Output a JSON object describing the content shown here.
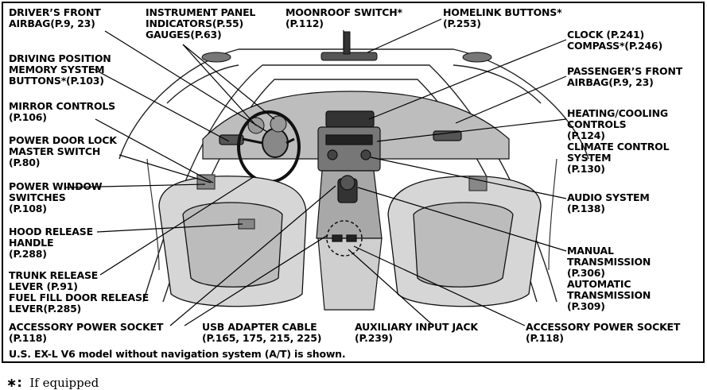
{
  "labels": {
    "drivers_airbag": "DRIVER’S FRONT\nAIRBAG(P.9, 23)",
    "instrument_panel": "INSTRUMENT PANEL\nINDICATORS(P.55)\nGAUGES(P.63)",
    "moonroof": "MOONROOF SWITCH*\n(P.112)",
    "homelink": "HOMELINK BUTTONS*\n(P.253)",
    "clock": "CLOCK (P.241)\nCOMPASS*(P.246)",
    "passenger_airbag": "PASSENGER’S FRONT\nAIRBAG(P.9, 23)",
    "driving_position": "DRIVING POSITION\nMEMORY SYSTEM\nBUTTONS*(P.103)",
    "mirror_controls": "MIRROR CONTROLS\n(P.106)",
    "power_door_lock": "POWER DOOR LOCK\nMASTER SWITCH\n(P.80)",
    "power_window": "POWER WINDOW\nSWITCHES\n(P.108)",
    "hood_release": "HOOD RELEASE\nHANDLE\n(P.288)",
    "trunk_release": "TRUNK RELEASE\nLEVER (P.91)\nFUEL FILL DOOR RELEASE\nLEVER(P.285)",
    "heating_cooling": "HEATING/COOLING\nCONTROLS\n(P.124)\nCLIMATE CONTROL\nSYSTEM\n(P.130)",
    "audio_system": "AUDIO SYSTEM\n(P.138)",
    "manual_transmission": "MANUAL\nTRANSMISSION\n(P.306)\nAUTOMATIC\nTRANSMISSION\n(P.309)",
    "accessory_socket_left": "ACCESSORY POWER SOCKET\n(P.118)",
    "usb_adapter": "USB ADAPTER CABLE\n(P.165, 175, 215, 225)",
    "aux_input": "AUXILIARY INPUT JACK\n(P.239)",
    "accessory_socket_right": "ACCESSORY POWER SOCKET\n(P.118)"
  },
  "caption": "U.S. EX-L V6 model without navigation system (A/T) is shown.",
  "footnote": {
    "symbol": "∗:",
    "text": "If equipped"
  }
}
